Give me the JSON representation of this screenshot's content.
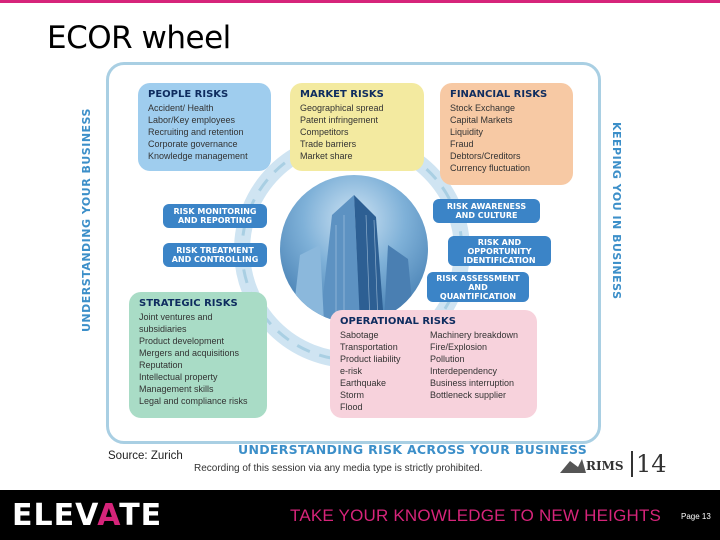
{
  "slide": {
    "title": "ECOR wheel",
    "source": "Source: Zurich",
    "recording_notice": "Recording of this session via any media type is strictly prohibited.",
    "slide_number": "14",
    "accent_color": "#d6247a"
  },
  "diagram": {
    "left_label": "UNDERSTANDING YOUR BUSINESS",
    "right_label": "KEEPING YOU IN BUSINESS",
    "bottom_label": "UNDERSTANDING RISK ACROSS YOUR BUSINESS",
    "people_risks": {
      "title": "PEOPLE RISKS",
      "items": [
        "Accident/ Health",
        "Labor/Key employees",
        "Recruiting and retention",
        "Corporate governance",
        "Knowledge management"
      ]
    },
    "market_risks": {
      "title": "MARKET RISKS",
      "items": [
        "Geographical spread",
        "Patent infringement",
        "Competitors",
        "Trade barriers",
        "Market share"
      ]
    },
    "financial_risks": {
      "title": "FINANCIAL RISKS",
      "items": [
        "Stock Exchange",
        "Capital Markets",
        "Liquidity",
        "Fraud",
        "Debtors/Creditors",
        "Currency fluctuation"
      ]
    },
    "strategic_risks": {
      "title": "STRATEGIC RISKS",
      "items": [
        "Joint ventures and",
        "subsidiaries",
        "Product development",
        "Mergers and acquisitions",
        "Reputation",
        "Intellectual property",
        "Management skills",
        "Legal and compliance risks"
      ]
    },
    "operational_risks": {
      "title": "OPERATIONAL RISKS",
      "col1": [
        "Sabotage",
        "Transportation",
        "Product liability",
        "e-risk",
        "Earthquake",
        "Storm",
        "Flood"
      ],
      "col2": [
        "Machinery breakdown",
        "Fire/Explosion",
        "Pollution",
        "Interdependency",
        "Business interruption",
        "Bottleneck supplier"
      ]
    },
    "pills": {
      "monitoring": "RISK MONITORING AND REPORTING",
      "treatment": "RISK TREATMENT AND CONTROLLING",
      "awareness": "RISK AWARENESS AND CULTURE",
      "identification": "RISK AND OPPORTUNITY IDENTIFICATION",
      "assessment": "RISK ASSESSMENT AND QUANTIFICATION"
    },
    "colors": {
      "people": "#9fcdee",
      "market": "#f3eaa0",
      "financial": "#f7c9a4",
      "strategic": "#a9dcc6",
      "operational": "#f7d2dc",
      "pill": "#3b84c7"
    }
  },
  "footer": {
    "brand_pre": "ELEV",
    "brand_a": "A",
    "brand_post": "TE",
    "tagline": "TAKE YOUR KNOWLEDGE TO NEW HEIGHTS",
    "page": "Page 13",
    "logo_text": "RIMS"
  }
}
